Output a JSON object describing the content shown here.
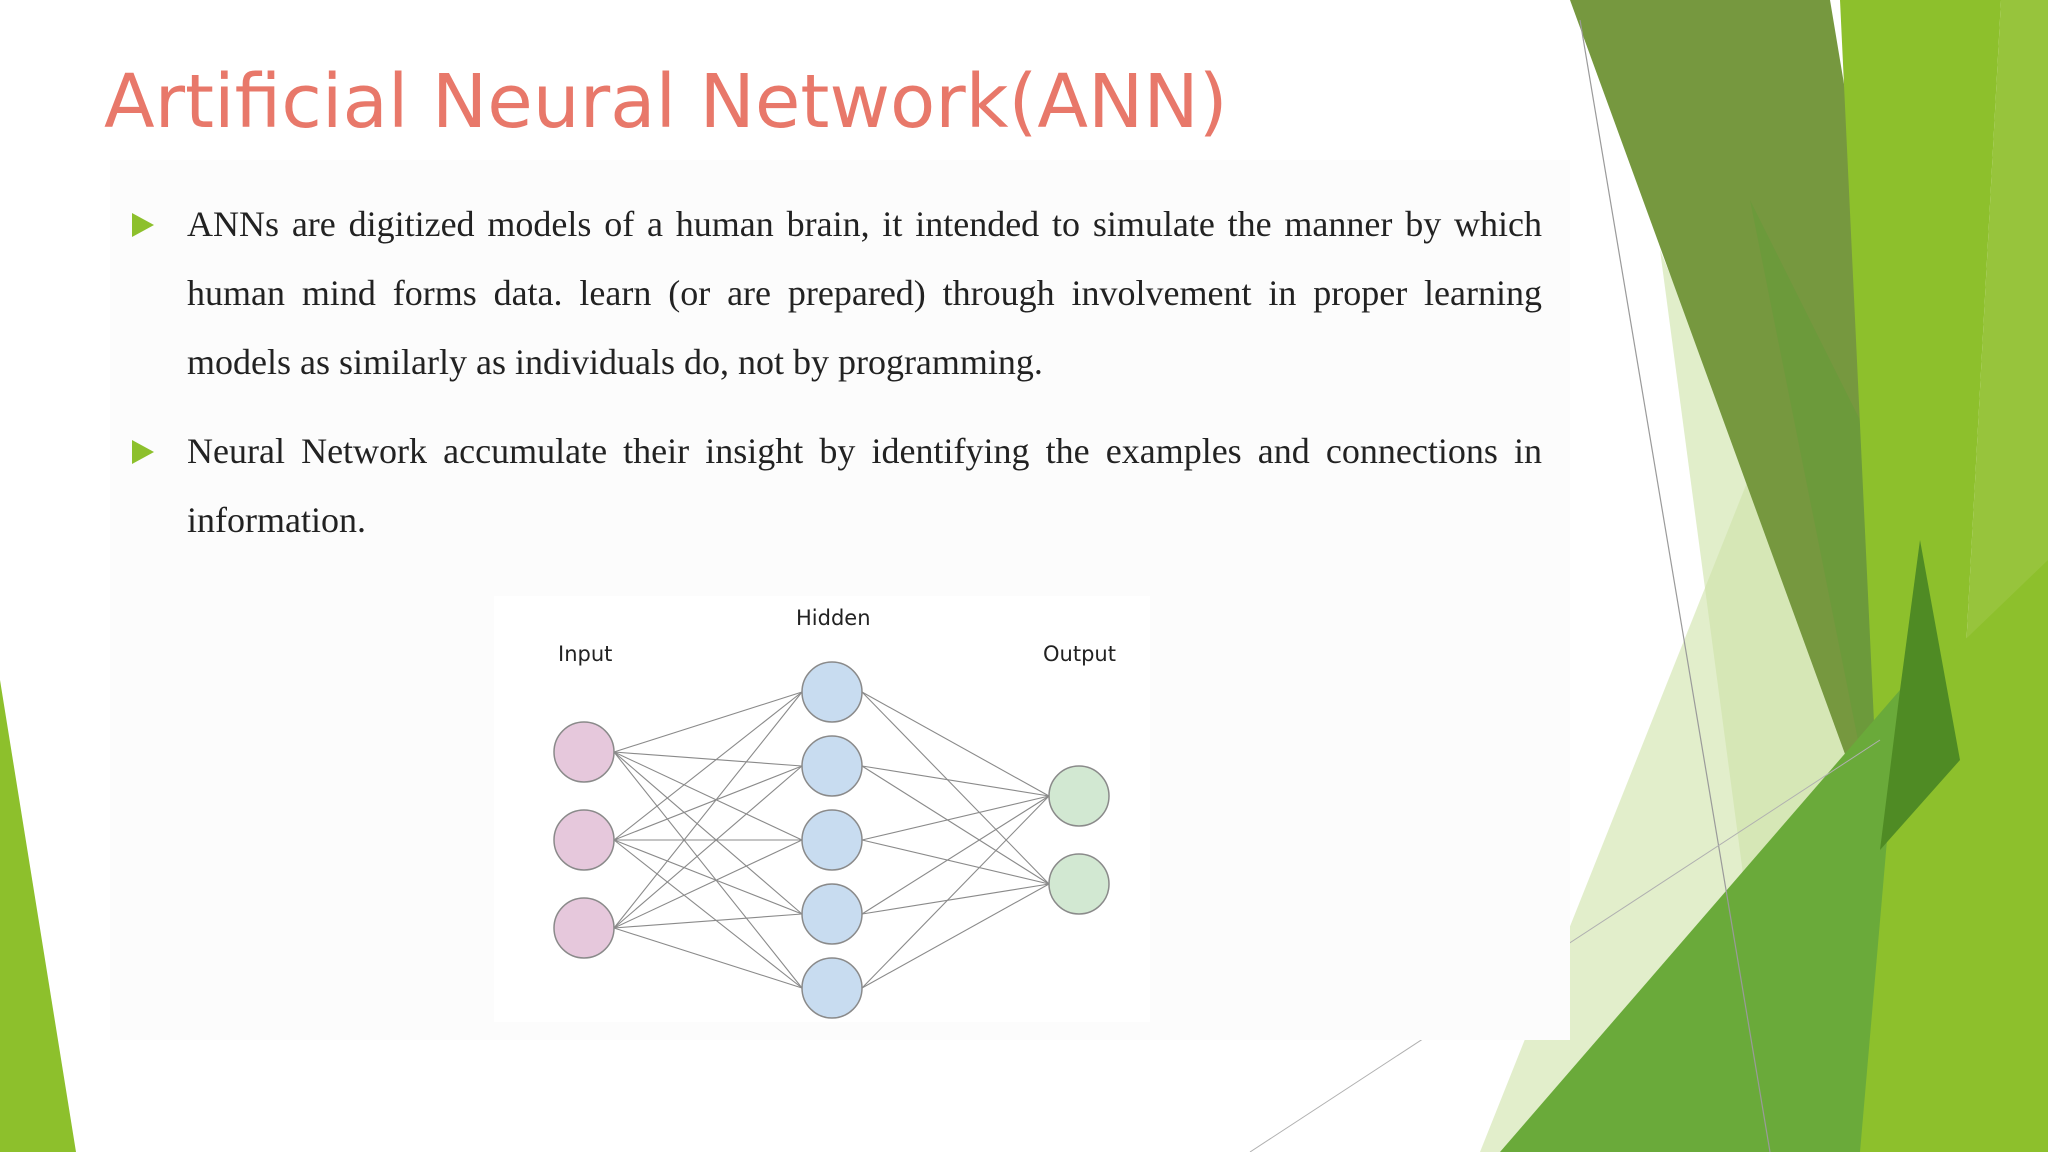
{
  "slide": {
    "title": "Artificial Neural Network(ANN)",
    "bullets": [
      {
        "text": "ANNs are digitized models of a human brain, it intended to simulate the manner by which human mind forms data. learn (or are prepared) through involvement in proper learning models as similarly as individuals do, not by programming."
      },
      {
        "text": "Neural Network accumulate their insight by identifying the examples and connections in information."
      }
    ]
  },
  "diagram": {
    "layers": [
      {
        "label": "Input",
        "nodes": 3,
        "color": "#e6c8dc"
      },
      {
        "label": "Hidden",
        "nodes": 5,
        "color": "#c8dcf0"
      },
      {
        "label": "Output",
        "nodes": 2,
        "color": "#d2e8d2"
      }
    ]
  },
  "colors": {
    "title": "#e8786a",
    "bullet_marker": "#8dc02c",
    "accent_greens": [
      "#76983f",
      "#8dc02c",
      "#6aaa3a",
      "#4f8b24",
      "#dcebc1"
    ]
  }
}
